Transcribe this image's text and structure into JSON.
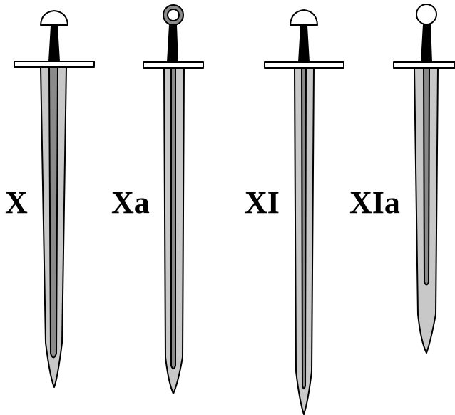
{
  "labels": {
    "type_x": "X",
    "type_xa": "Xa",
    "type_xi": "XI",
    "type_xia": "XIa"
  },
  "colors": {
    "outline": "#000000",
    "blade": "#c8c8c8",
    "fuller": "#8a8a8a",
    "guard": "#ffffff",
    "grip": "#000000",
    "pommel": "#ffffff",
    "ring_pommel_band": "#8a8a8a"
  }
}
